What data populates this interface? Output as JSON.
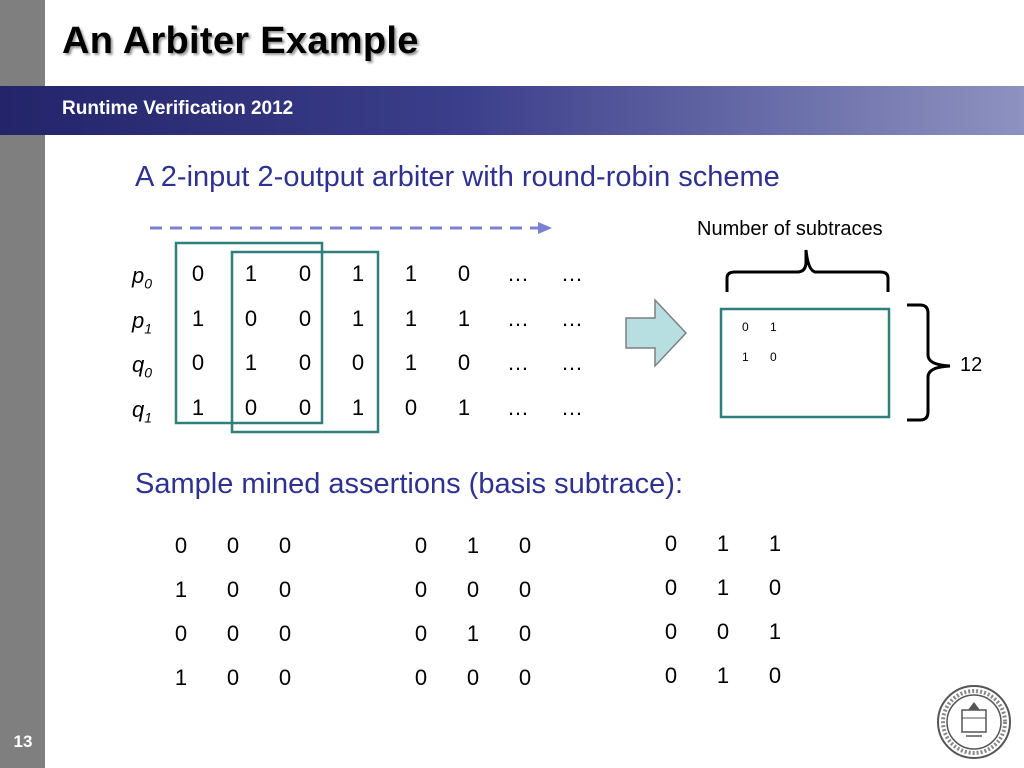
{
  "slide": {
    "title": "An Arbiter Example",
    "banner": "Runtime Verification 2012",
    "subtitle": "A 2-input 2-output arbiter with round-robin scheme",
    "page_number": "13",
    "subtraces_label": "Number of subtraces",
    "count_label": "12",
    "section_heading": "Sample mined assertions (basis subtrace):"
  },
  "trace": {
    "rows": [
      {
        "name": "p",
        "sub": "0",
        "values": [
          "0",
          "1",
          "0",
          "1",
          "1",
          "0",
          "…",
          "…"
        ]
      },
      {
        "name": "p",
        "sub": "1",
        "values": [
          "1",
          "0",
          "0",
          "1",
          "1",
          "1",
          "…",
          "…"
        ]
      },
      {
        "name": "q",
        "sub": "0",
        "values": [
          "0",
          "1",
          "0",
          "0",
          "1",
          "0",
          "…",
          "…"
        ]
      },
      {
        "name": "q",
        "sub": "1",
        "values": [
          "1",
          "0",
          "0",
          "1",
          "0",
          "1",
          "…",
          "…"
        ]
      }
    ]
  },
  "subtrace_box": {
    "rows": [
      [
        "0",
        "1"
      ],
      [
        "1",
        "0"
      ]
    ]
  },
  "assertions": [
    [
      [
        "0",
        "0",
        "0"
      ],
      [
        "1",
        "0",
        "0"
      ],
      [
        "0",
        "0",
        "0"
      ],
      [
        "1",
        "0",
        "0"
      ]
    ],
    [
      [
        "0",
        "1",
        "0"
      ],
      [
        "0",
        "0",
        "0"
      ],
      [
        "0",
        "1",
        "0"
      ],
      [
        "0",
        "0",
        "0"
      ]
    ],
    [
      [
        "0",
        "1",
        "1"
      ],
      [
        "0",
        "1",
        "0"
      ],
      [
        "0",
        "0",
        "1"
      ],
      [
        "0",
        "1",
        "0"
      ]
    ]
  ],
  "colors": {
    "accent_blue": "#2e3192",
    "box_teal": "#2f7f7a",
    "arrow_fill": "#b7dfe2",
    "dash_arrow": "#7b7fd1"
  }
}
